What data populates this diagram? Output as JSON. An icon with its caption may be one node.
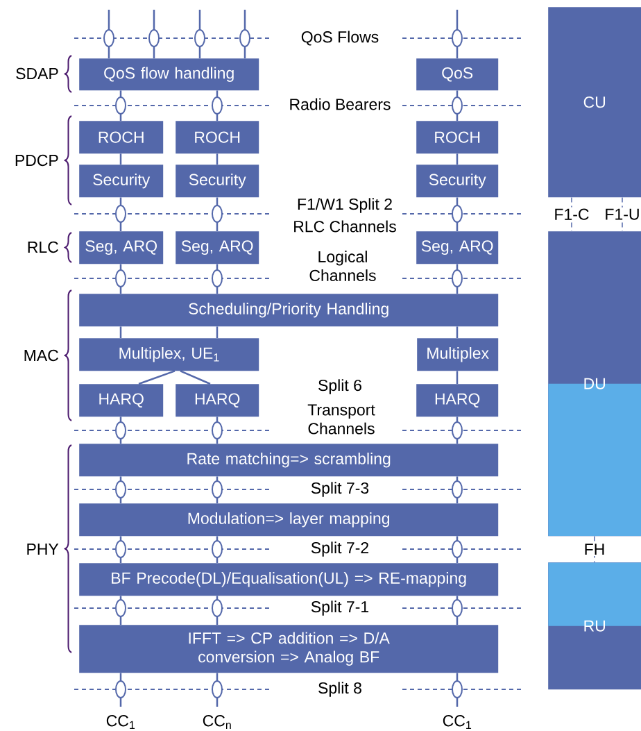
{
  "diagram": {
    "nodes": [
      {
        "text": [
          "QoS flow handling"
        ]
      },
      {
        "text": [
          "QoS"
        ]
      },
      {
        "text": [
          "ROCH"
        ]
      },
      {
        "text": [
          "ROCH"
        ]
      },
      {
        "text": [
          "ROCH"
        ]
      },
      {
        "text": [
          "Security"
        ]
      },
      {
        "text": [
          "Security"
        ]
      },
      {
        "text": [
          "Security"
        ]
      },
      {
        "text": [
          "Seg, ARQ"
        ]
      },
      {
        "text": [
          "Seg, ARQ"
        ]
      },
      {
        "text": [
          "Seg, ARQ"
        ]
      },
      {
        "text": [
          "Scheduling/Priority Handling"
        ]
      },
      {
        "text": [
          "Multiplex, UE$_{1}$"
        ]
      },
      {
        "text": [
          "Multiplex"
        ]
      },
      {
        "text": [
          "HARQ"
        ]
      },
      {
        "text": [
          "HARQ"
        ]
      },
      {
        "text": [
          "HARQ"
        ]
      },
      {
        "text": [
          "Rate matching=> scrambling"
        ]
      },
      {
        "text": [
          "Modulation=> layer mapping"
        ]
      },
      {
        "text": [
          "BF Precode(DL)/Equalisation(UL) => RE-mapping"
        ]
      },
      {
        "text": [
          "IFFT => CP addition => D/A conversion => Analog BF"
        ]
      },
      {
        "text": [
          "CU"
        ]
      },
      {
        "text": [
          "DU"
        ]
      },
      {
        "text": [
          "RU"
        ]
      }
    ],
    "edges": [
      {
        "from": null,
        "to": 0,
        "arrow": "none"
      },
      {
        "from": null,
        "to": 0,
        "arrow": "none"
      },
      {
        "from": null,
        "to": 0,
        "arrow": "none"
      },
      {
        "from": null,
        "to": 0,
        "arrow": "none"
      },
      {
        "from": null,
        "to": 1,
        "arrow": "none"
      },
      {
        "from": 0,
        "to": 2,
        "arrow": "none"
      },
      {
        "from": 0,
        "to": 3,
        "arrow": "none"
      },
      {
        "from": 1,
        "to": 4,
        "arrow": "none"
      },
      {
        "from": 2,
        "to": 5,
        "arrow": "none"
      },
      {
        "from": 3,
        "to": 6,
        "arrow": "none"
      },
      {
        "from": 4,
        "to": 7,
        "arrow": "none"
      },
      {
        "from": 5,
        "to": 8,
        "arrow": "none"
      },
      {
        "from": 6,
        "to": 9,
        "arrow": "none"
      },
      {
        "from": 7,
        "to": 10,
        "arrow": "none"
      },
      {
        "from": 8,
        "to": 11,
        "arrow": "none"
      },
      {
        "from": 9,
        "to": 11,
        "arrow": "none"
      },
      {
        "from": 10,
        "to": 11,
        "arrow": "none"
      },
      {
        "from": 11,
        "to": 12,
        "arrow": "none"
      },
      {
        "from": 11,
        "to": 12,
        "arrow": "none"
      },
      {
        "from": 11,
        "to": 13,
        "arrow": "none"
      },
      {
        "from": 12,
        "to": 14,
        "arrow": "none"
      },
      {
        "from": 12,
        "to": 15,
        "arrow": "none"
      },
      {
        "from": 13,
        "to": 16,
        "arrow": "none"
      },
      {
        "from": 14,
        "to": 17,
        "arrow": "none"
      },
      {
        "from": 15,
        "to": 17,
        "arrow": "none"
      },
      {
        "from": 16,
        "to": 17,
        "arrow": "none"
      },
      {
        "from": 17,
        "to": 18,
        "arrow": "none"
      },
      {
        "from": 17,
        "to": 18,
        "arrow": "none"
      },
      {
        "from": 17,
        "to": 18,
        "arrow": "none"
      },
      {
        "from": 18,
        "to": 19,
        "arrow": "none"
      },
      {
        "from": 18,
        "to": 19,
        "arrow": "none"
      },
      {
        "from": 18,
        "to": 19,
        "arrow": "none"
      },
      {
        "from": 19,
        "to": 20,
        "arrow": "none"
      },
      {
        "from": 19,
        "to": 20,
        "arrow": "none"
      },
      {
        "from": 19,
        "to": 20,
        "arrow": "none"
      },
      {
        "from": 20,
        "to": null,
        "arrow": "none"
      },
      {
        "from": 20,
        "to": null,
        "arrow": "none"
      },
      {
        "from": 20,
        "to": null,
        "arrow": "none"
      },
      {
        "from": 21,
        "to": 22,
        "arrow": "none",
        "label": "F1-C",
        "style": "dashed"
      },
      {
        "from": 21,
        "to": 22,
        "arrow": "none",
        "label": "F1-U",
        "style": "dashed"
      },
      {
        "from": 22,
        "to": 23,
        "arrow": "none",
        "label": "FH",
        "style": "dashed"
      }
    ],
    "labels": [
      "QoS Flows",
      "SDAP",
      "Radio Bearers",
      "PDCP",
      "F1/W1 Split 2",
      "RLC Channels",
      "RLC",
      "Logical Channels",
      "MAC",
      "Split 6",
      "Transport Channels",
      "Split 7-3",
      "PHY",
      "Split 7-2",
      "Split 7-1",
      "Split 8",
      "CC$_{1}$",
      "CC$_{n}$",
      "CC$_{1}$"
    ]
  }
}
